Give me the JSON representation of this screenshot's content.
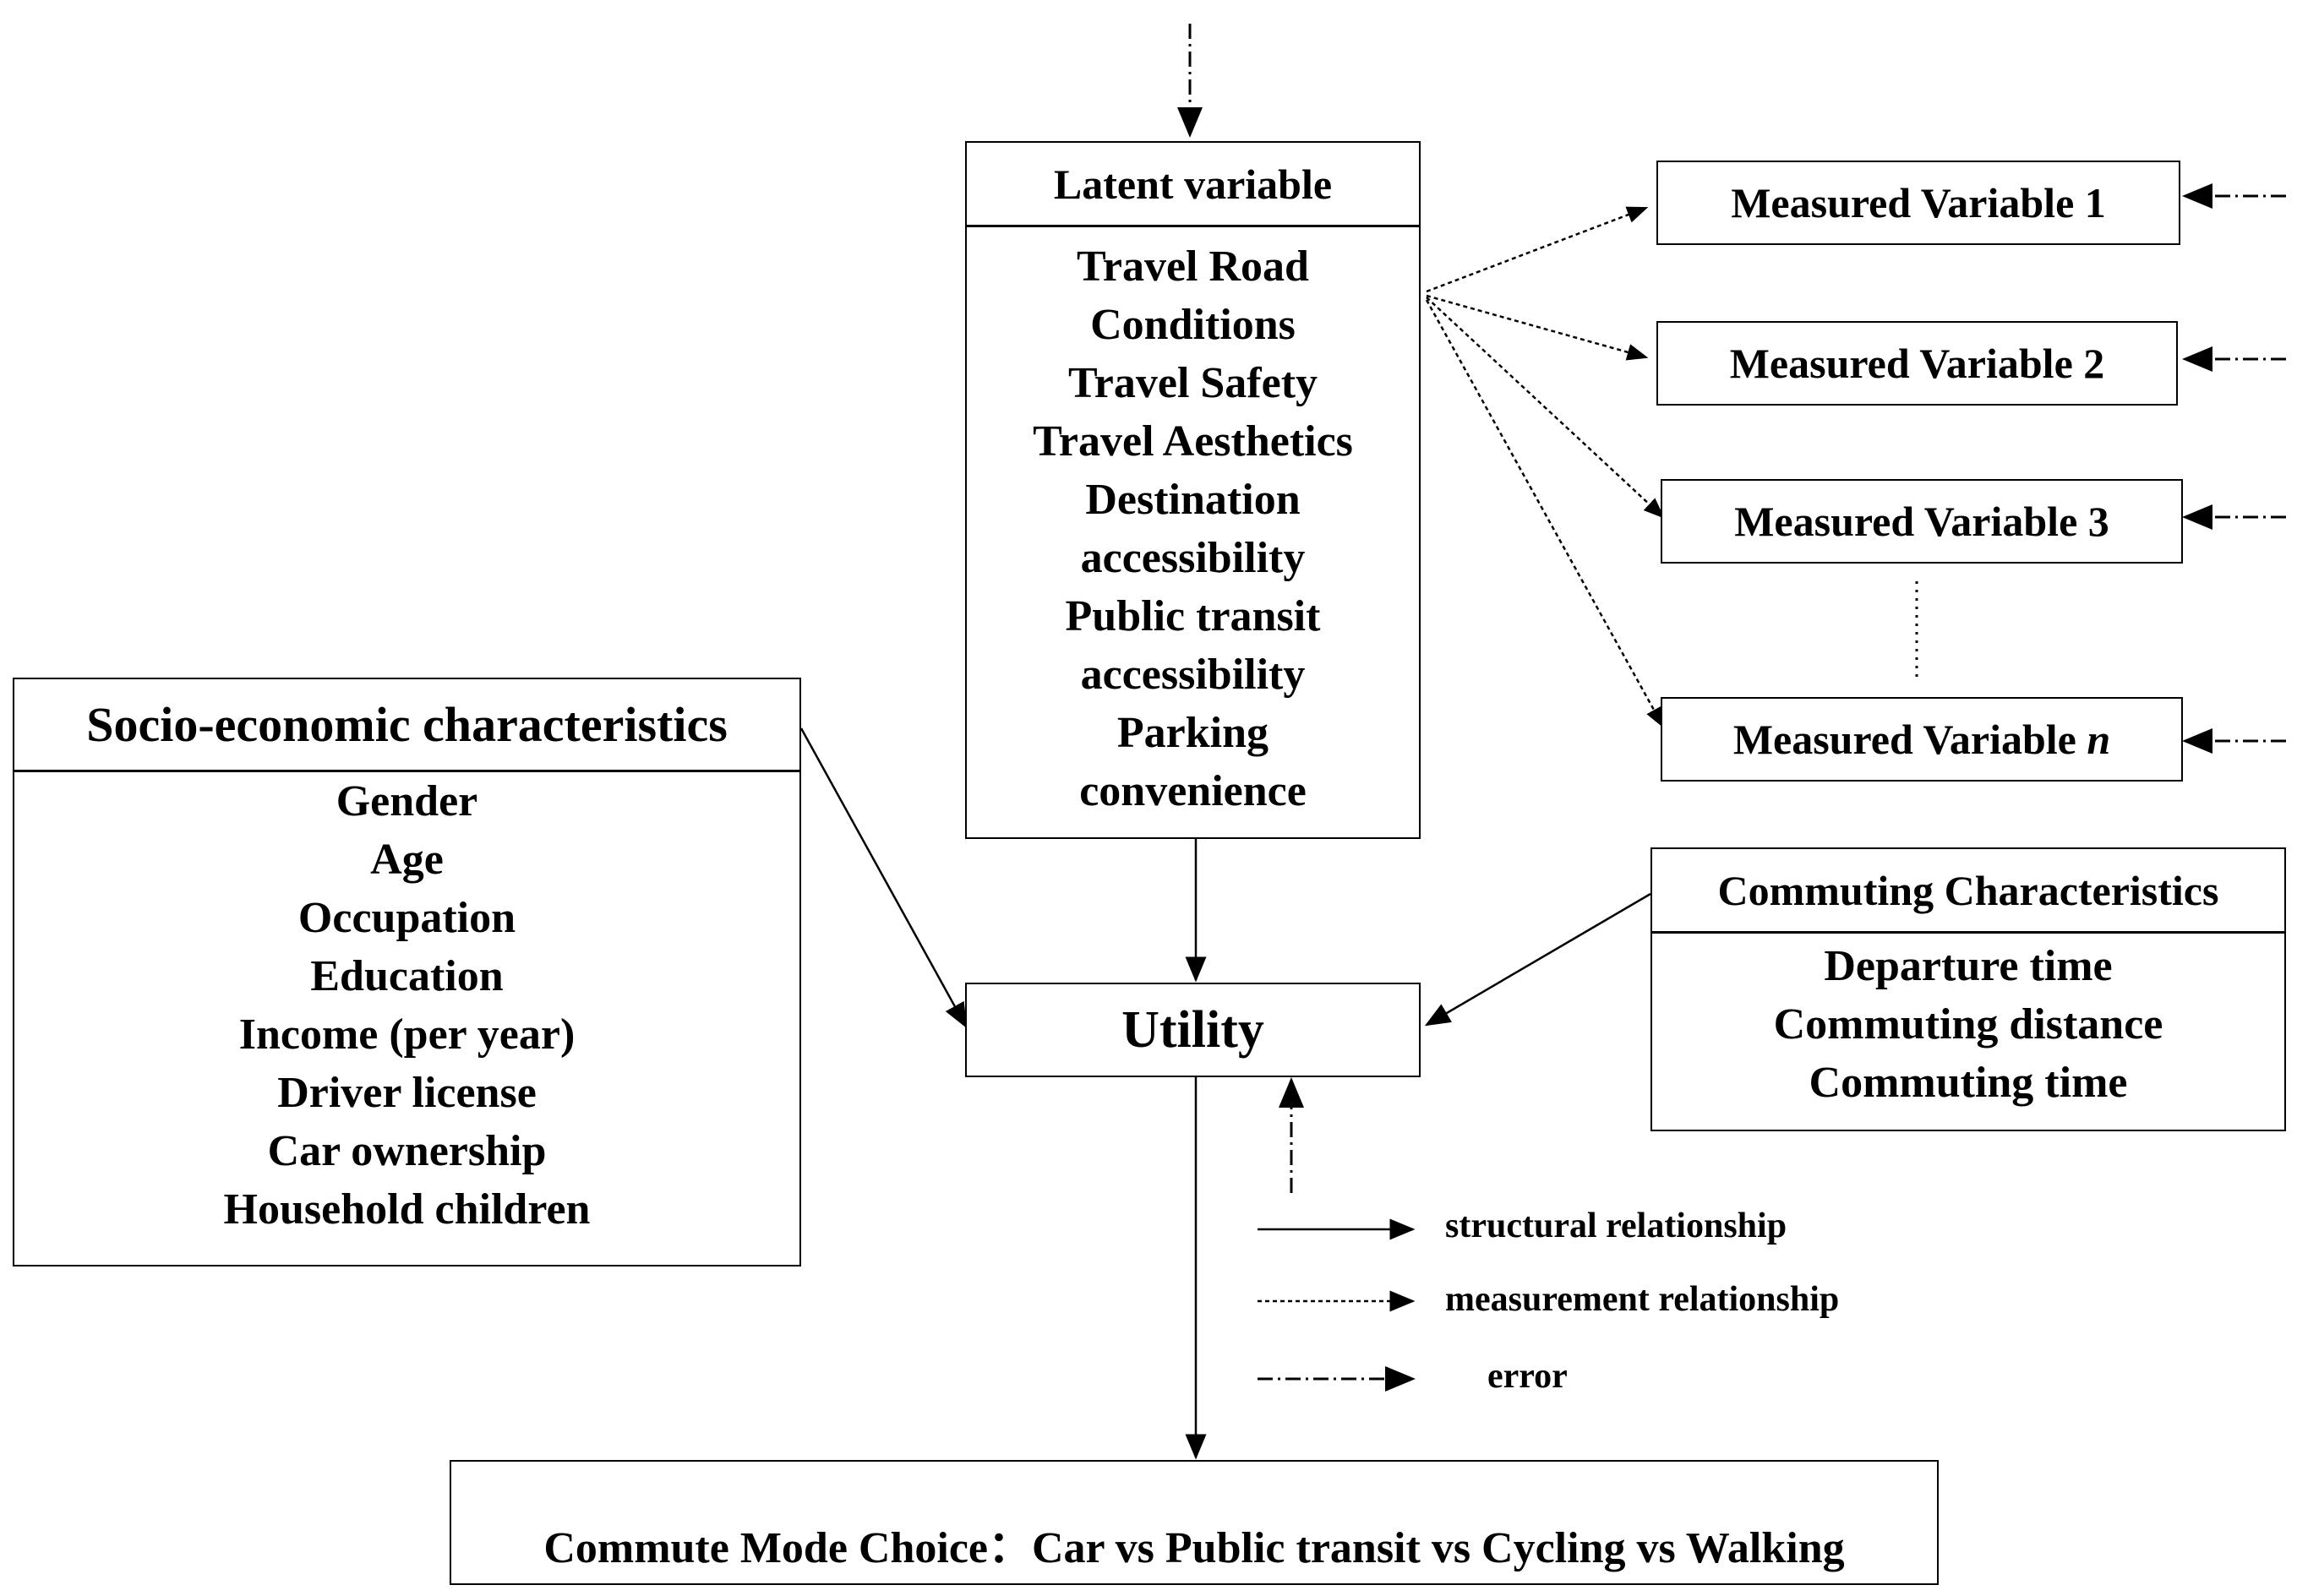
{
  "latent": {
    "title": "Latent variable",
    "items": [
      "Travel Road",
      "Conditions",
      "Travel Safety",
      "Travel Aesthetics",
      "Destination",
      "accessibility",
      "Public transit",
      "accessibility",
      "Parking",
      "convenience"
    ]
  },
  "measured": [
    {
      "label": "Measured Variable 1",
      "suffix": ""
    },
    {
      "label": "Measured Variable 2",
      "suffix": ""
    },
    {
      "label": "Measured Variable 3",
      "suffix": ""
    },
    {
      "label": "Measured Variable ",
      "suffix": "n"
    }
  ],
  "socio": {
    "title": "Socio-economic characteristics",
    "items": [
      "Gender",
      "Age",
      "Occupation",
      "Education",
      "Income (per year)",
      "Driver license",
      "Car ownership",
      "Household children"
    ]
  },
  "commuting": {
    "title": "Commuting Characteristics",
    "items": [
      "Departure time",
      "Commuting distance",
      "Commuting time"
    ]
  },
  "utility": {
    "label": "Utility"
  },
  "choice": {
    "label": "Commute Mode Choice：Car vs Public transit vs Cycling vs Walking"
  },
  "legend": {
    "structural": "structural relationship",
    "measurement": "measurement relationship",
    "error": "error"
  }
}
